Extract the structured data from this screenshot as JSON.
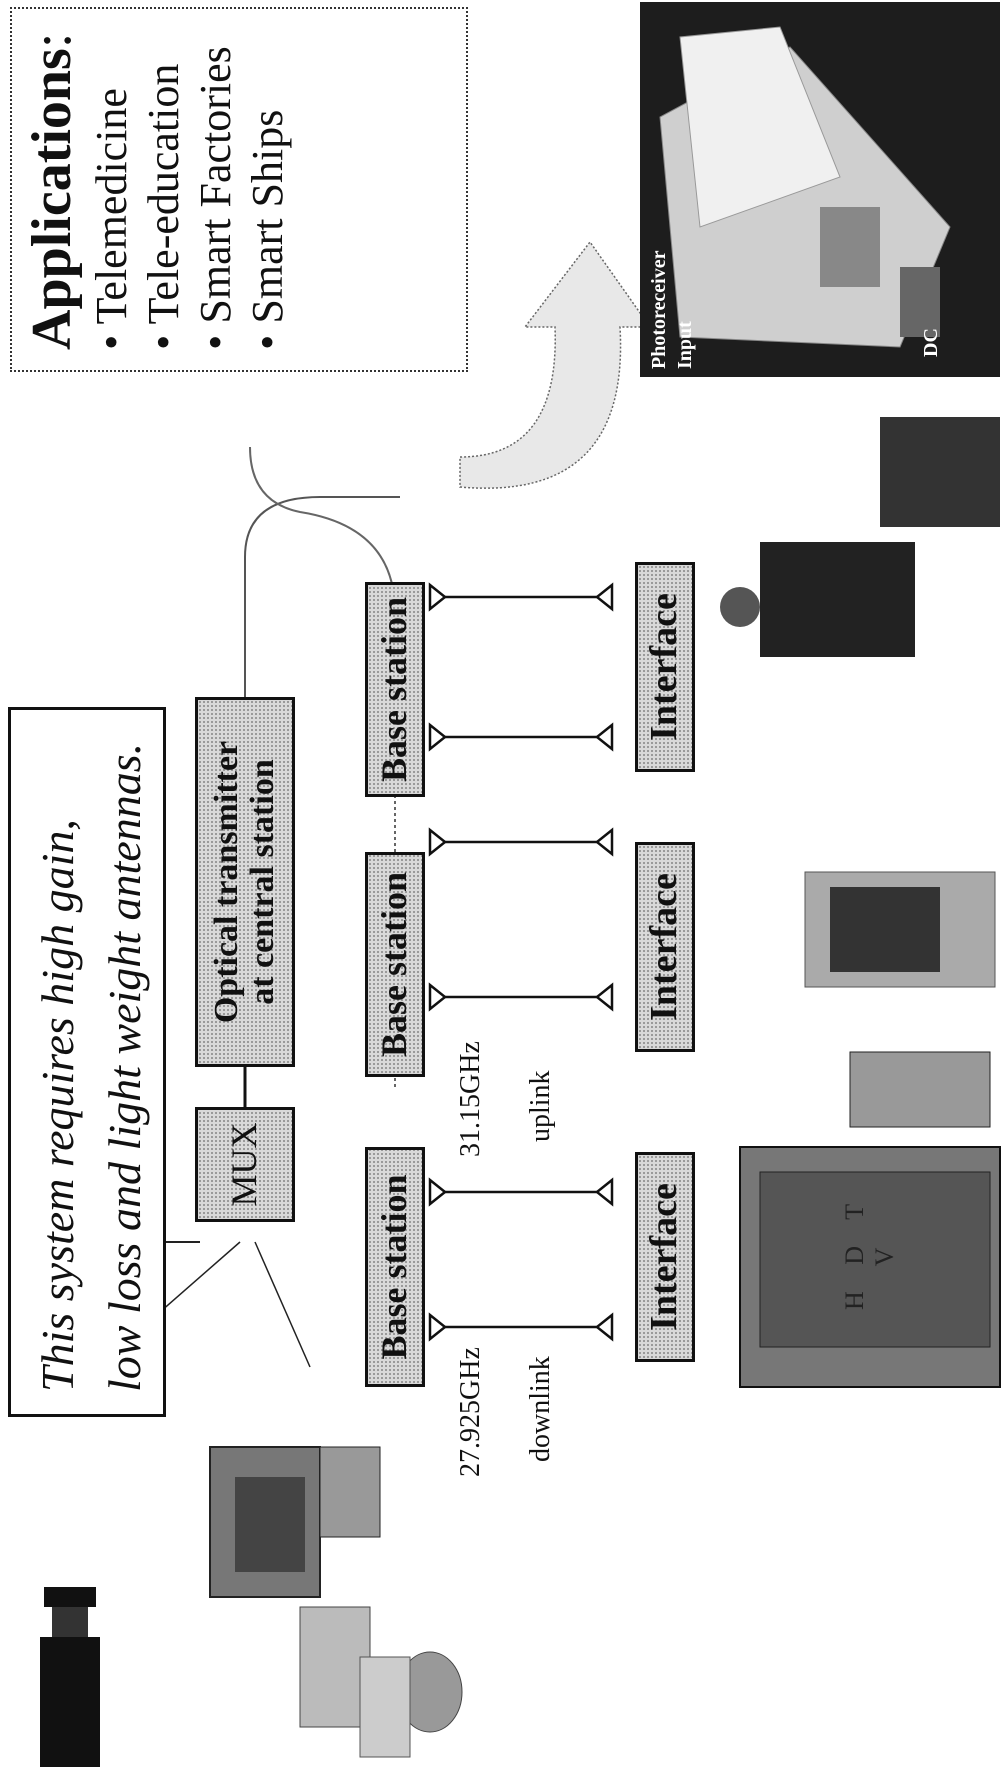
{
  "note": {
    "line1": "This system requires high gain,",
    "line2": "low loss and light weight antennas."
  },
  "applications": {
    "title": "Applications",
    "colon": ":",
    "items": [
      "Telemedicine",
      "Tele-education",
      "Smart Factories",
      "Smart Ships"
    ]
  },
  "mux_label": "MUX",
  "optical_transmitter": {
    "line1": "Optical transmitter",
    "line2": "at central station"
  },
  "base_stations": [
    "Base station",
    "Base station",
    "Base station"
  ],
  "interfaces": [
    "Interface",
    "Interface",
    "Interface"
  ],
  "link": {
    "downlink_freq": "27.925GHz",
    "downlink_label": "downlink",
    "uplink_freq": "31.15GHz",
    "uplink_label": "uplink"
  },
  "photo": {
    "photoreceiver_label": "Photoreceiver",
    "input_label": "Input",
    "dc_label": "DC"
  },
  "monitor_screen_text": "H D T V"
}
